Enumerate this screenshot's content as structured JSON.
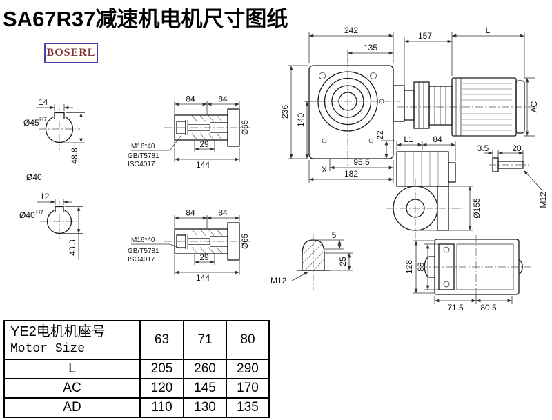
{
  "title": "SA67R37减速机电机尺寸图纸",
  "brand": {
    "logo_text": "BOSERL"
  },
  "sections": {
    "bore1": {
      "key_width": "14",
      "dia": "Ø45",
      "tol": "H7",
      "depth": "48.8",
      "shaft_label": "Ø40"
    },
    "bore2": {
      "key_width": "12",
      "dia": "Ø40",
      "tol": "H7",
      "depth": "43.3"
    }
  },
  "shaft_top": {
    "len_a": "84",
    "len_b": "84",
    "bolt": "M16*40",
    "std1": "GB/T5781",
    "std2": "ISO4017",
    "key_len": "29",
    "total_len": "144",
    "flange_dia": "Ø65"
  },
  "shaft_bottom": {
    "len_a": "84",
    "len_b": "84",
    "bolt": "M16*40",
    "std1": "GB/T5781",
    "std2": "ISO4017",
    "key_len": "29",
    "total_len": "144",
    "flange_dia": "Ø65"
  },
  "front_view": {
    "width_total": "242",
    "width_right": "135",
    "adapter_len": "157",
    "motor_len": "L",
    "height_total": "236",
    "height_axis": "140",
    "corner": "22",
    "foot_right": "95.5",
    "foot_total": "182",
    "x_mark": "X",
    "motor_height": "AC"
  },
  "side_view": {
    "l1": "L1",
    "depth": "84",
    "head": "3.5",
    "stud_len": "20",
    "flange_dia": "Ø155",
    "thread": "M12"
  },
  "bottom_view": {
    "width": "128",
    "inner_width": "88",
    "hole_left": "71.5",
    "hole_right": "80.5"
  },
  "plug": {
    "tip": "5",
    "height": "25",
    "thread": "M12"
  },
  "table": {
    "header_cn": "YE2电机机座号",
    "header_en": "Motor Size",
    "sizes": [
      "63",
      "71",
      "80"
    ],
    "rows": [
      {
        "label": "L",
        "values": [
          "205",
          "260",
          "290"
        ]
      },
      {
        "label": "AC",
        "values": [
          "120",
          "145",
          "170"
        ]
      },
      {
        "label": "AD",
        "values": [
          "110",
          "130",
          "135"
        ]
      }
    ]
  }
}
